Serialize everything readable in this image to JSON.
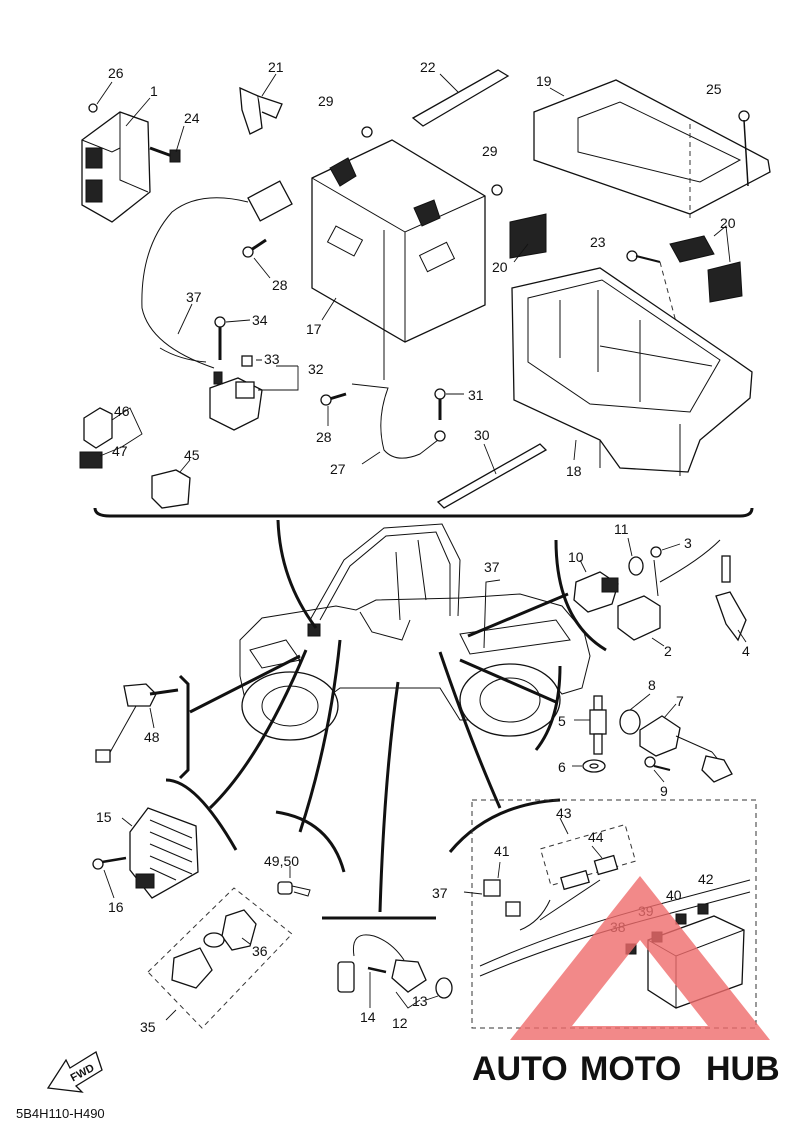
{
  "diagram": {
    "code": "5B4H110-H490",
    "fwd_label": "FWD",
    "callouts": {
      "c1": "1",
      "c2": "2",
      "c3": "3",
      "c4": "4",
      "c5": "5",
      "c6": "6",
      "c7": "7",
      "c8": "8",
      "c9": "9",
      "c10": "10",
      "c11": "11",
      "c12": "12",
      "c13": "13",
      "c14": "14",
      "c15": "15",
      "c16": "16",
      "c17": "17",
      "c18": "18",
      "c19": "19",
      "c20a": "20",
      "c20b": "20",
      "c21": "21",
      "c22": "22",
      "c23": "23",
      "c24": "24",
      "c25": "25",
      "c26": "26",
      "c27": "27",
      "c28a": "28",
      "c28b": "28",
      "c29a": "29",
      "c29b": "29",
      "c30": "30",
      "c31": "31",
      "c32": "32",
      "c33": "33",
      "c34": "34",
      "c35": "35",
      "c36": "36",
      "c37a": "37",
      "c37b": "37",
      "c37c": "37",
      "c38": "38",
      "c39": "39",
      "c40": "40",
      "c41": "41",
      "c42": "42",
      "c43": "43",
      "c44": "44",
      "c45": "45",
      "c46": "46",
      "c47": "47",
      "c48": "48",
      "c4950": "49,50"
    }
  },
  "watermark": {
    "auto": "AUTO",
    "moto": "MOTO",
    "hub": "HUB",
    "colors": {
      "auto": "#f5c27a",
      "moto": "#ee6b6b",
      "hub": "#9a9a9a",
      "logo": "#ef6b6b"
    }
  }
}
